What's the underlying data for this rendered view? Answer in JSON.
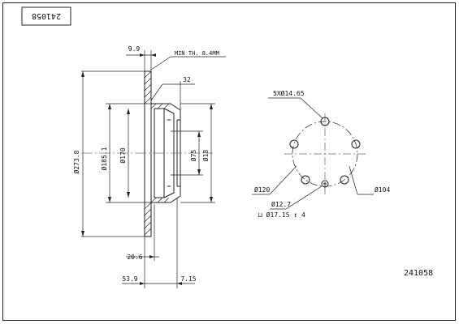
{
  "part_number": "241058",
  "part_number_rotated": "241058",
  "dims": {
    "thickness_top": "9.9",
    "min_thickness": "MIN TH. 8.4MM",
    "hat_depth": "32",
    "outer_dia": "Ø273.8",
    "d_185": "Ø185.1",
    "d_170": "Ø170",
    "d_75": "Ø75",
    "d_18": "Ø18",
    "w_20_6": "20.6",
    "w_53_9": "53.9",
    "w_7_15": "7.15"
  },
  "holes": {
    "bolt_holes": "5XØ14.65",
    "pcd_120": "Ø120",
    "pcd_104": "Ø104",
    "d_12_7": "Ø12.7",
    "cbore": "⊔ Ø17.15 ↧ 4"
  }
}
